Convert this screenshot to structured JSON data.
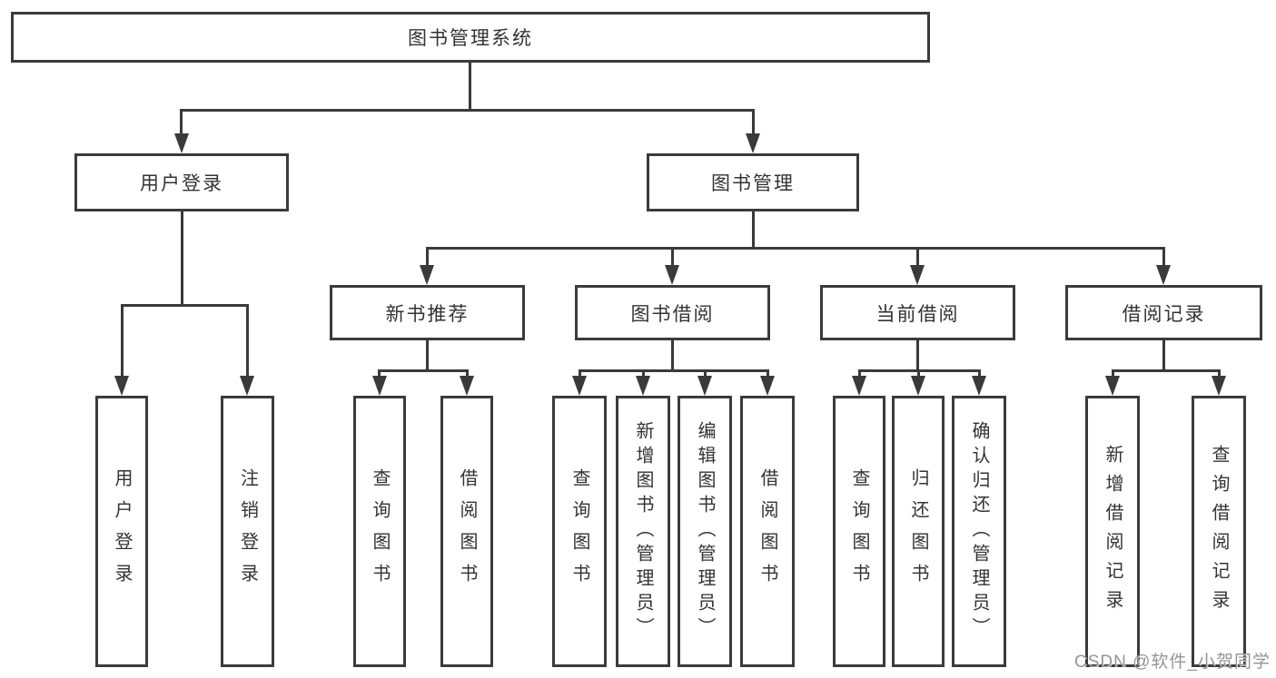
{
  "colors": {
    "background": "#ffffff",
    "line": "#3a3a3a",
    "box_border": "#3b3b3b",
    "text": "#333333",
    "watermark": "#959595"
  },
  "watermark": "CSDN @软件_小贺同学",
  "tree": {
    "root": "图书管理系统",
    "branches": [
      {
        "label": "用户登录",
        "leaves": [
          "用户登录",
          "注销登录"
        ]
      },
      {
        "label": "图书管理",
        "children": [
          {
            "label": "新书推荐",
            "leaves": [
              "查询图书",
              "借阅图书"
            ]
          },
          {
            "label": "图书借阅",
            "leaves": [
              "查询图书",
              "新增图书（管理员）",
              "编辑图书（管理员）",
              "借阅图书"
            ]
          },
          {
            "label": "当前借阅",
            "leaves": [
              "查询图书",
              "归还图书",
              "确认归还（管理员）"
            ]
          },
          {
            "label": "借阅记录",
            "leaves": [
              "新增借阅记录",
              "查询借阅记录"
            ]
          }
        ]
      }
    ]
  }
}
